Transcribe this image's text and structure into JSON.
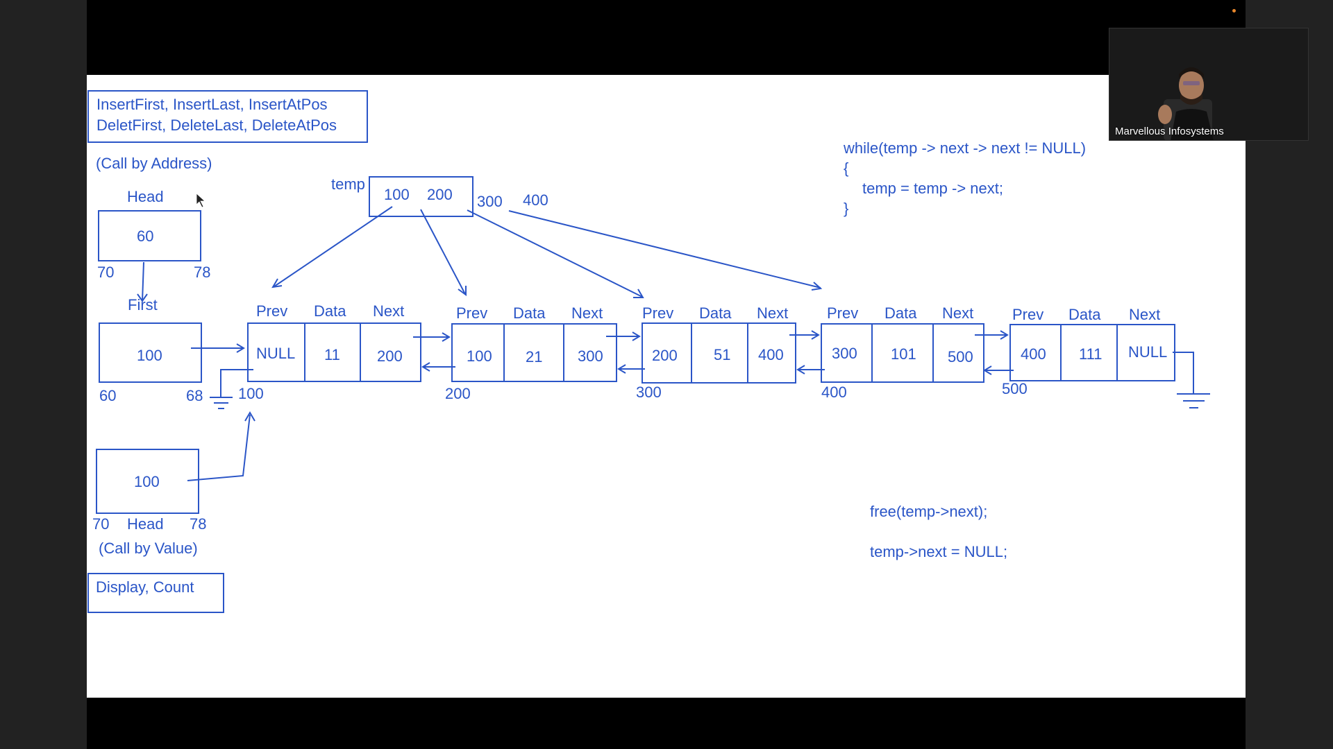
{
  "slide": {
    "ops_box": [
      "InsertFirst, InsertLast, InsertAtPos",
      "DeletFirst, DeleteLast, DeleteAtPos"
    ],
    "call_by_address": "(Call by Address)",
    "head_label": "Head",
    "head_value": "60",
    "head_addr_start": "70",
    "head_addr_end": "78",
    "first_label": "First",
    "first_value": "100",
    "first_addr_start": "60",
    "first_addr_end": "68",
    "temp_label": "temp",
    "temp_values": [
      "100",
      "200"
    ],
    "temp_extra": [
      "300",
      "400"
    ],
    "while_code": [
      "while(temp -> next -> next != NULL)",
      "{",
      "temp = temp -> next;",
      "}"
    ],
    "field_labels": [
      "Prev",
      "Data",
      "Next"
    ],
    "nodes": [
      {
        "prev": "NULL",
        "data": "11",
        "next": "200",
        "addr": "100"
      },
      {
        "prev": "100",
        "data": "21",
        "next": "300",
        "addr": "200"
      },
      {
        "prev": "200",
        "data": "51",
        "next": "400",
        "addr": "300"
      },
      {
        "prev": "300",
        "data": "101",
        "next": "500",
        "addr": "400"
      },
      {
        "prev": "400",
        "data": "111",
        "next": "NULL",
        "addr": "500"
      }
    ],
    "head_copy_value": "100",
    "head_copy_addr_start": "70",
    "head_copy_label": "Head",
    "head_copy_addr_end": "78",
    "call_by_value": "(Call by Value)",
    "display_box": "Display, Count",
    "free_code": "free(temp->next);",
    "null_code": "temp->next = NULL;"
  },
  "video": {
    "participant_name": "Marvellous Infosystems"
  },
  "colors": {
    "ink": "#2a55c7",
    "slide_bg": "#ffffff",
    "stage_bg": "#000000",
    "recording_dot": "#e8872b"
  }
}
